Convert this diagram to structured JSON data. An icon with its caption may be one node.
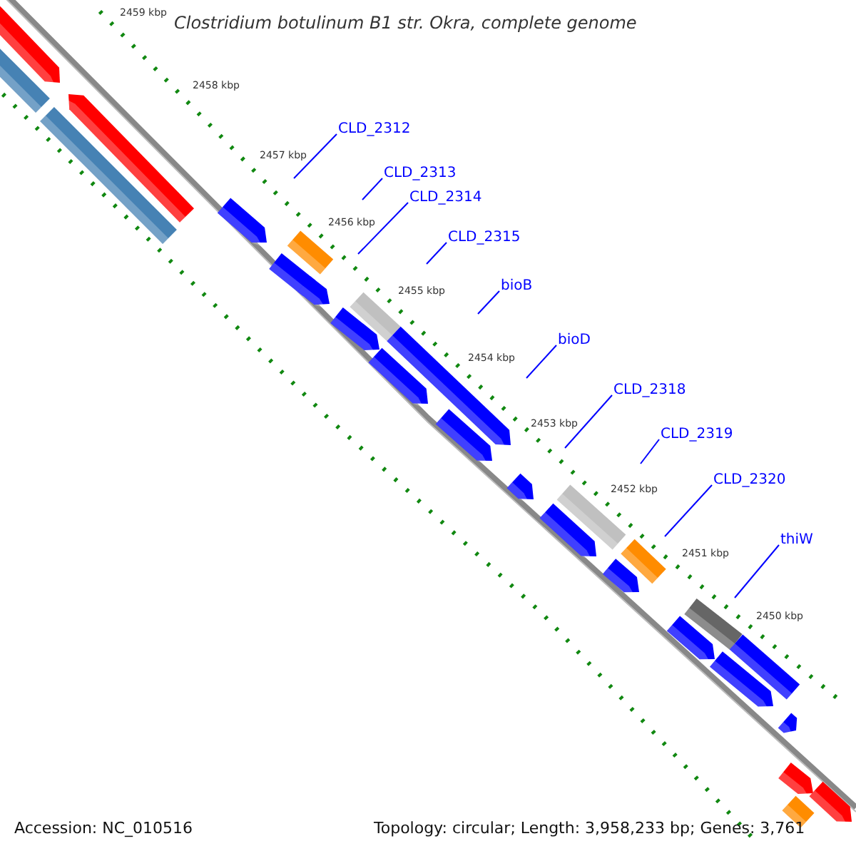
{
  "diagram": {
    "title": "Clostridium botulinum B1 str. Okra, complete genome",
    "nodes": [
      {
        "text": [
          "CLD_2312"
        ]
      },
      {
        "text": [
          "CLD_2313"
        ]
      },
      {
        "text": [
          "CLD_2314"
        ]
      },
      {
        "text": [
          "CLD_2315"
        ]
      },
      {
        "text": [
          "bioB"
        ]
      },
      {
        "text": [
          "bioD"
        ]
      },
      {
        "text": [
          "CLD_2318"
        ]
      },
      {
        "text": [
          "CLD_2319"
        ]
      },
      {
        "text": [
          "CLD_2320"
        ]
      },
      {
        "text": [
          "thiW"
        ]
      }
    ],
    "edges": [
      {
        "from": 0,
        "to": null,
        "arrow": "none"
      },
      {
        "from": 1,
        "to": null,
        "arrow": "none"
      },
      {
        "from": 2,
        "to": null,
        "arrow": "none"
      },
      {
        "from": 3,
        "to": null,
        "arrow": "none"
      },
      {
        "from": 4,
        "to": null,
        "arrow": "none"
      },
      {
        "from": 5,
        "to": null,
        "arrow": "none"
      },
      {
        "from": 6,
        "to": null,
        "arrow": "none"
      },
      {
        "from": 7,
        "to": null,
        "arrow": "none"
      },
      {
        "from": 8,
        "to": null,
        "arrow": "none"
      },
      {
        "from": 9,
        "to": null,
        "arrow": "none"
      }
    ],
    "labels": [
      "2459 kbp",
      "2458 kbp",
      "2457 kbp",
      "2456 kbp",
      "2455 kbp",
      "2454 kbp",
      "2453 kbp",
      "2452 kbp",
      "2451 kbp",
      "2450 kbp",
      "Accession: NC_010516",
      "Topology: circular; Length: 3,958,233 bp; Genes: 3,761"
    ]
  }
}
